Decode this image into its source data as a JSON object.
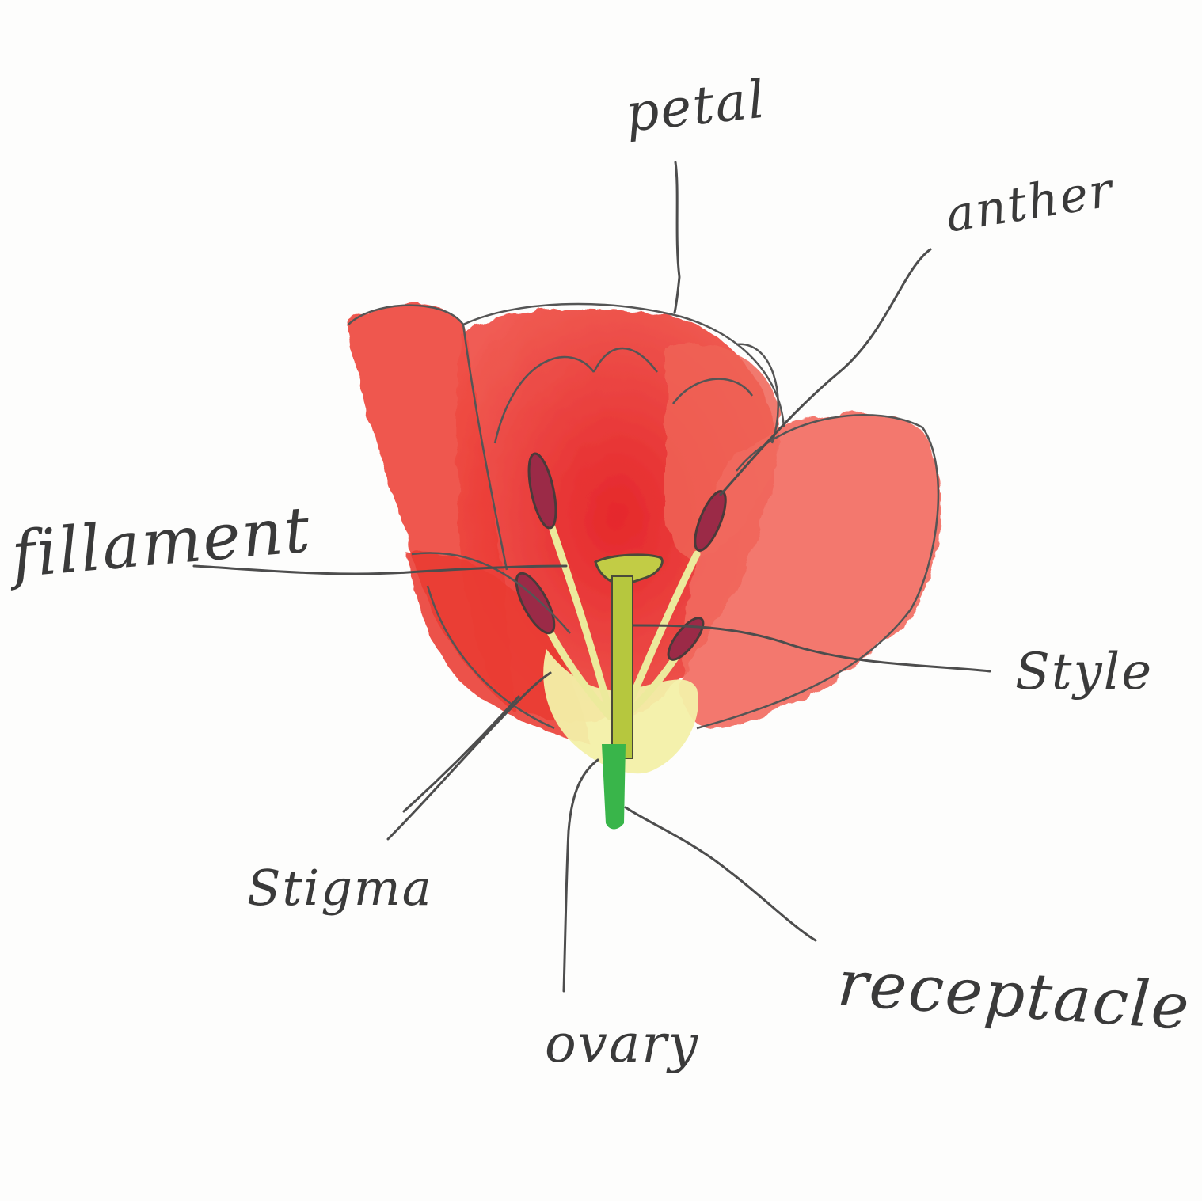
{
  "diagram": {
    "labels": {
      "petal": "petal",
      "anther": "anther",
      "filament": "fillament",
      "style": "Style",
      "stigma": "Stigma",
      "ovary": "ovary",
      "receptacle": "receptacle"
    }
  },
  "colors": {
    "paper": "#fdfdfc",
    "petal_light": "#f26a5e",
    "petal_dark": "#e3231f",
    "anther": "#9b2a47",
    "filament": "#f1efb2",
    "style": "#b6c73e",
    "stem": "#39b54a",
    "pencil": "#3a3a3a"
  }
}
